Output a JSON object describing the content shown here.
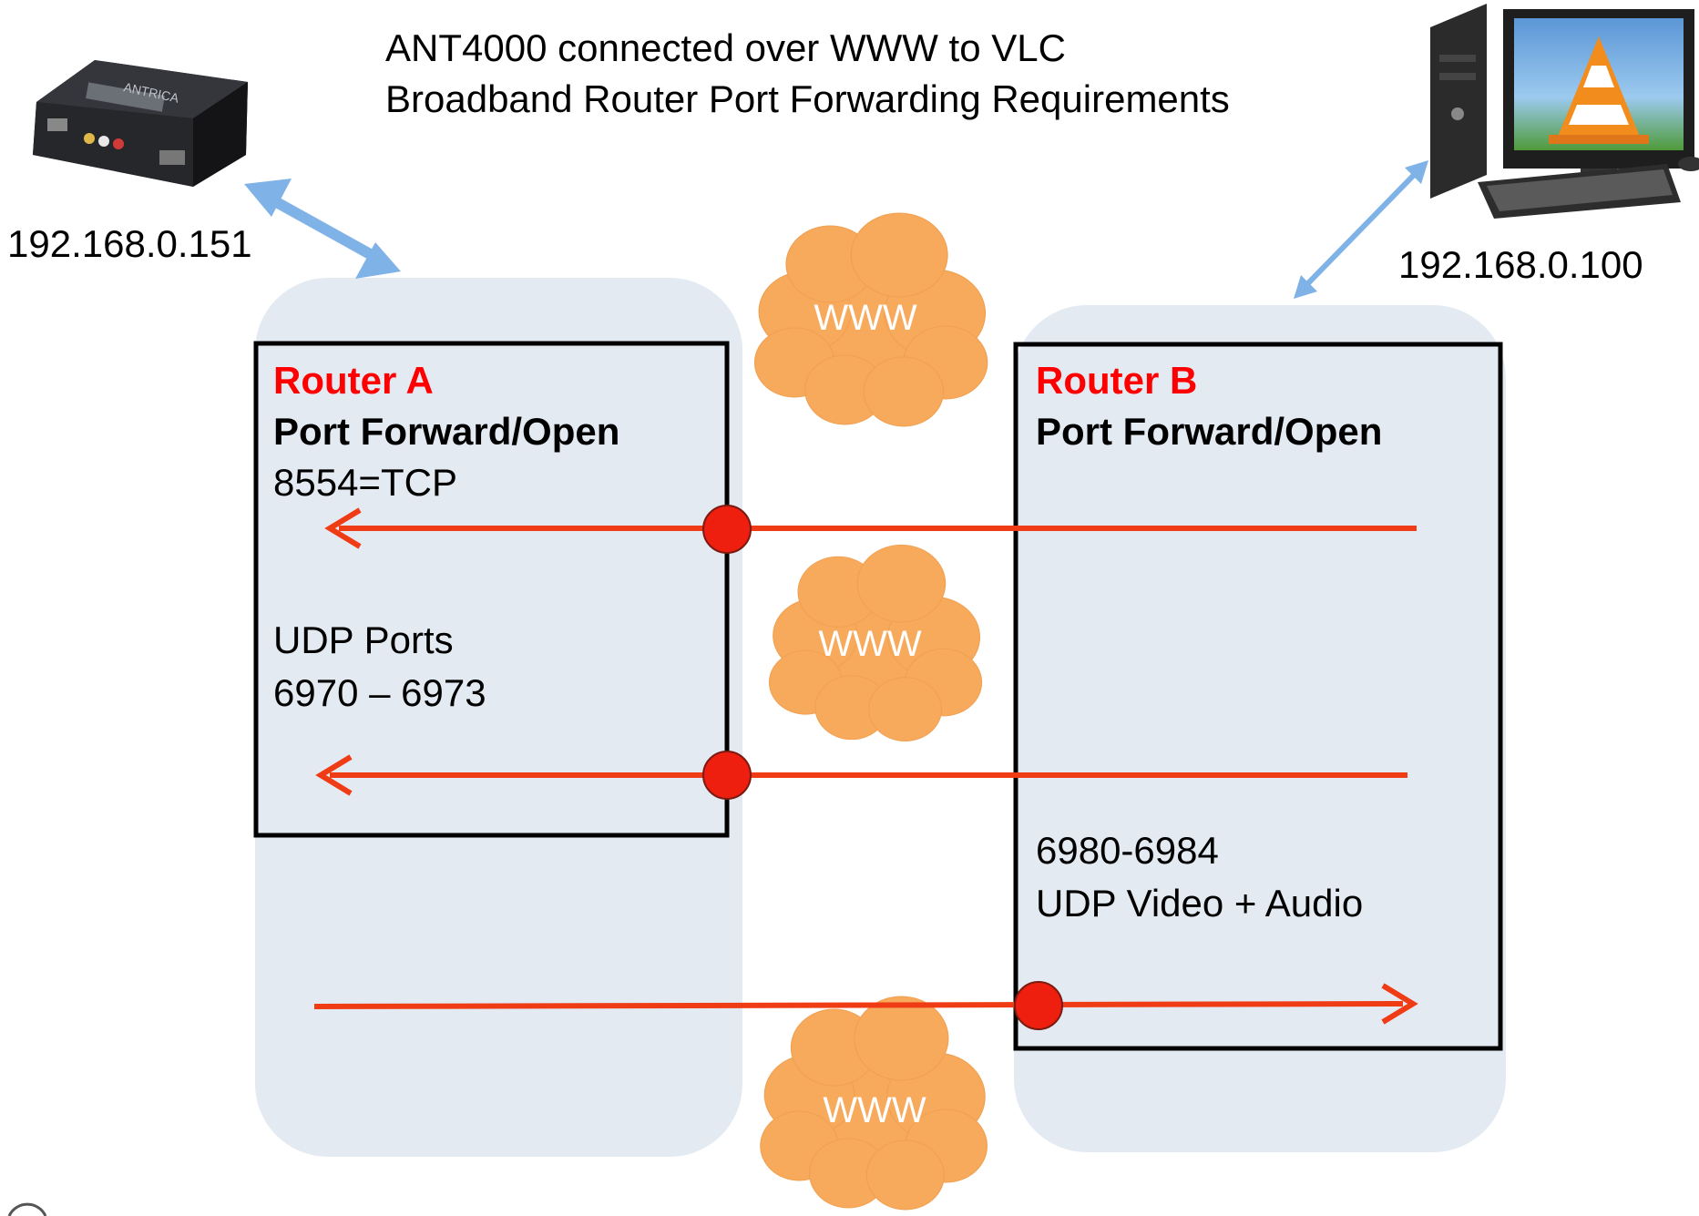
{
  "title": {
    "line1": "ANT4000 connected over WWW to VLC",
    "line2": "Broadband Router Port Forwarding Requirements"
  },
  "devices": {
    "encoder": {
      "icon": "video-encoder-icon",
      "brand": "ANTRICA",
      "ip": "192.168.0.151"
    },
    "computer": {
      "icon": "vlc-computer-icon",
      "ip": "192.168.0.100"
    }
  },
  "clouds": [
    "WWW",
    "WWW",
    "WWW"
  ],
  "router_a": {
    "name": "Router A",
    "heading": "Port Forward/Open",
    "tcp": "8554=TCP",
    "udp_label": "UDP Ports",
    "udp_range": "6970 – 6973"
  },
  "router_b": {
    "name": "Router B",
    "heading": "Port Forward/Open",
    "udp_range": "6980-6984",
    "udp_desc": "UDP Video + Audio"
  },
  "colors": {
    "zone_fill": "#e3eaf2",
    "router_title": "#ff0000",
    "arrow": "#f03c14",
    "cloud": "#f7a95c",
    "link_arrow": "#7fb2e6"
  }
}
